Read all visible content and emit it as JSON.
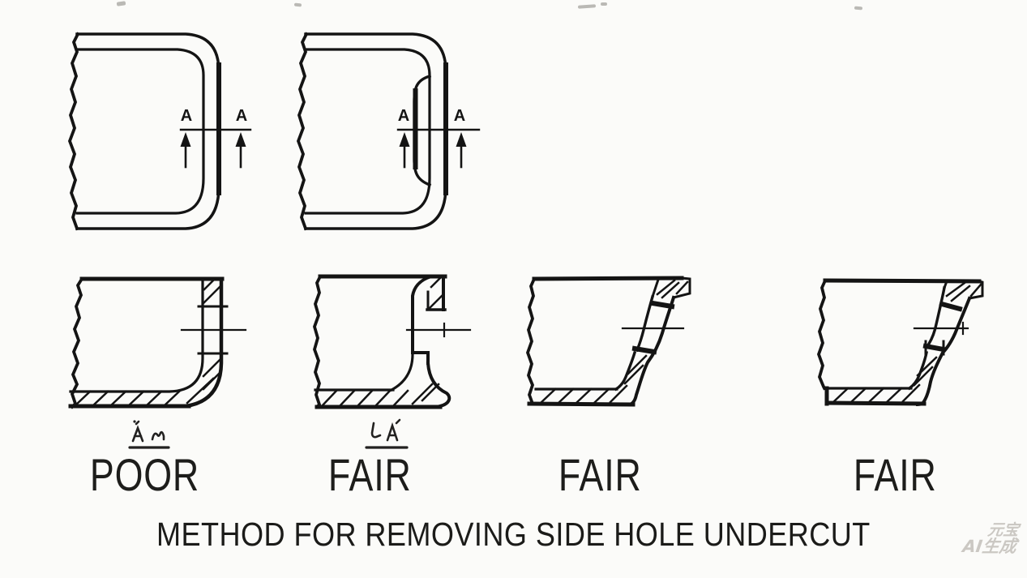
{
  "title": "METHOD FOR REMOVING SIDE HOLE UNDERCUT",
  "colors": {
    "ink": "#141414",
    "paper": "#fbfbf9",
    "watermark": "#cbc8c3"
  },
  "section_views": {
    "marker": "A"
  },
  "ratings": [
    {
      "label": "POOR"
    },
    {
      "label": "FAIR"
    },
    {
      "label": "FAIR"
    },
    {
      "label": "FAIR"
    }
  ],
  "watermark": {
    "line1": "元宝",
    "line2": "AI生成"
  }
}
